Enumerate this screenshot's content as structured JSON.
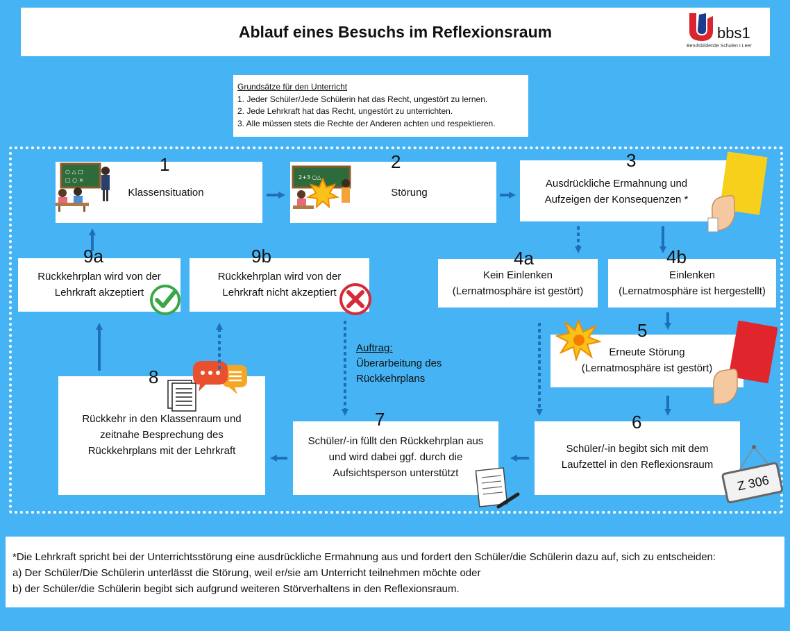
{
  "header": {
    "title": "Ablauf eines Besuchs im Reflexionsraum",
    "logo": {
      "brand": "bbs1",
      "subtitle": "Berufsbildende Schulen I Leer",
      "colors": {
        "red": "#d9252f",
        "blue": "#1a3d8f"
      }
    }
  },
  "principles": {
    "heading": "Grundsätze für den Unterricht",
    "items": [
      "1. Jeder Schüler/Jede Schülerin hat das Recht, ungestört zu lernen.",
      "2. Jede Lehrkraft hat das Recht, ungestört zu unterrichten.",
      "3. Alle müssen stets die Rechte der Anderen achten und respektieren."
    ]
  },
  "steps": {
    "s1": {
      "num": "1",
      "text": "Klassensituation"
    },
    "s2": {
      "num": "2",
      "text": "Störung"
    },
    "s3": {
      "num": "3",
      "line1": "Ausdrückliche Ermahnung und",
      "line2": "Aufzeigen der Konsequenzen *"
    },
    "s4a": {
      "num": "4a",
      "line1": "Kein Einlenken",
      "line2": "(Lernatmosphäre ist gestört)"
    },
    "s4b": {
      "num": "4b",
      "line1": "Einlenken",
      "line2": "(Lernatmosphäre ist hergestellt)"
    },
    "s5": {
      "num": "5",
      "line1": "Erneute Störung",
      "line2": "(Lernatmosphäre ist gestört)"
    },
    "s6": {
      "num": "6",
      "line1": "Schüler/-in begibt sich mit dem",
      "line2": "Laufzettel in den Reflexionsraum",
      "sign": "Z 306"
    },
    "s7": {
      "num": "7",
      "line1": "Schüler/-in füllt den Rückkehrplan aus",
      "line2": "und wird dabei ggf. durch die",
      "line3": "Aufsichtsperson unterstützt"
    },
    "s8": {
      "num": "8",
      "line1": "Rückkehr in den Klassenraum und",
      "line2": "zeitnahe Besprechung des",
      "line3": "Rückkehrplans mit der Lehrkraft"
    },
    "s9a": {
      "num": "9a",
      "line1": "Rückkehrplan wird von der",
      "line2": "Lehrkraft akzeptiert"
    },
    "s9b": {
      "num": "9b",
      "line1": "Rückkehrplan wird von der",
      "line2": "Lehrkraft nicht akzeptiert"
    }
  },
  "task": {
    "heading": "Auftrag:",
    "line1": "Überarbeitung des",
    "line2": "Rückkehrplans"
  },
  "footnote": {
    "line1": "*Die Lehrkraft spricht bei der Unterrichtsstörung eine ausdrückliche Ermahnung aus und fordert den Schüler/die Schülerin dazu auf, sich zu entscheiden:",
    "line2": "a) Der Schüler/Die Schülerin unterlässt die Störung, weil er/sie am Unterricht teilnehmen möchte oder",
    "line3": "b) der Schüler/die Schülerin begibt sich aufgrund weiteren Störverhaltens in den Reflexionsraum."
  },
  "colors": {
    "background": "#45b3f4",
    "arrow": "#1f6fb8",
    "yellow_card": "#f7d01c",
    "red_card": "#e0262c",
    "check": "#3aa745",
    "cross": "#d62a36"
  },
  "icons": [
    "classroom-illustration",
    "disruption-illustration",
    "yellow-card-icon",
    "red-card-icon",
    "explosion-icon",
    "check-icon",
    "cross-icon",
    "speech-bubbles-icon",
    "document-icon",
    "form-and-pen-icon",
    "room-sign-icon"
  ]
}
